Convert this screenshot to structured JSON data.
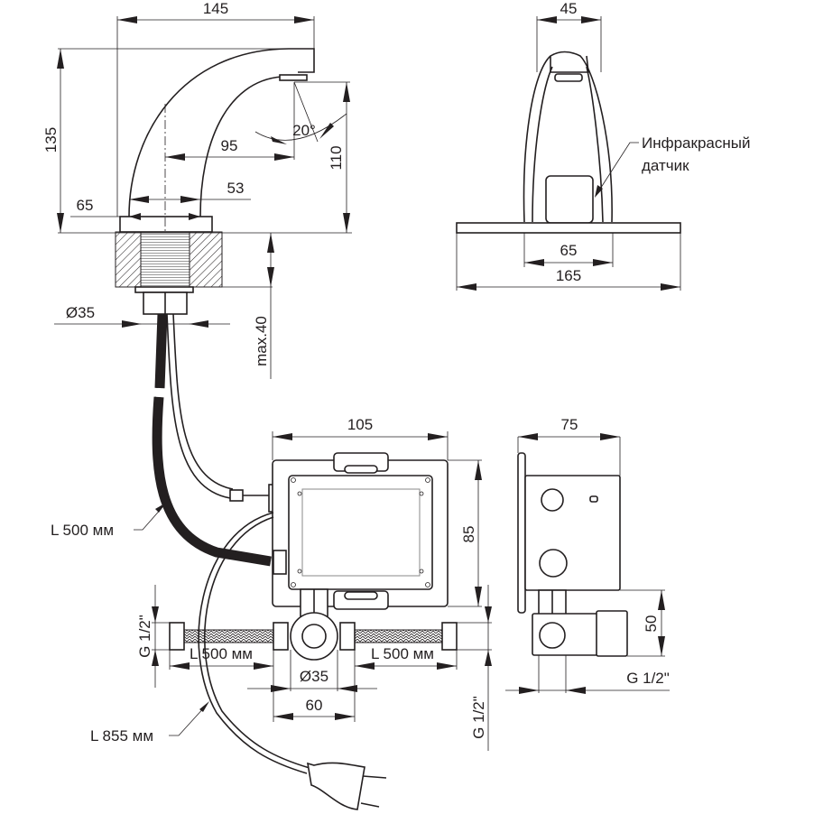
{
  "faucet_side": {
    "width_total": "145",
    "height_total": "135",
    "spout_height": "110",
    "spout_reach": "95",
    "base_width": "65",
    "body_width": "53",
    "spray_angle": "20°",
    "mount_hole_diameter": "Ø35",
    "max_deck_thickness": "max.40"
  },
  "faucet_front": {
    "spout_width": "45",
    "body_base_width": "65",
    "plate_width": "165",
    "sensor_label_line1": "Инфракрасный",
    "sensor_label_line2": "датчик"
  },
  "control_box_front": {
    "width": "105",
    "height": "85",
    "hose_left_length": "L 500 мм",
    "hose_right_length": "L 500 мм",
    "valve_diameter": "Ø35",
    "inlet_spacing": "60",
    "thread_left": "G 1/2\"",
    "thread_bottom": "G 1/2\""
  },
  "control_box_side": {
    "depth": "75",
    "connector_height": "50",
    "thread": "G 1/2\""
  },
  "hoses": {
    "faucet_hose_length": "L 500 мм",
    "power_cable_length": "L 855 мм"
  },
  "colors": {
    "line": "#231f20",
    "background": "#ffffff"
  }
}
